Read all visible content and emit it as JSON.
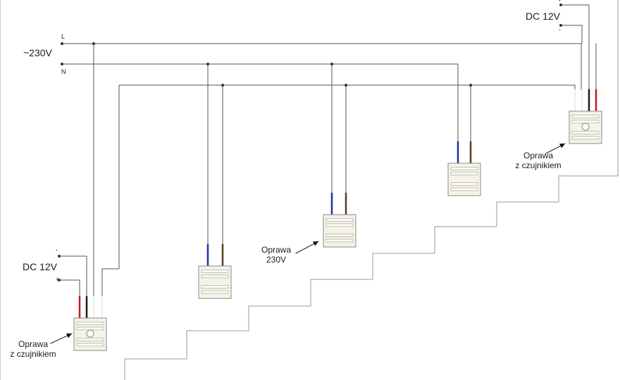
{
  "supply": {
    "mains_label": "~230V",
    "L_label": "L",
    "N_label": "N"
  },
  "dc_supply_right": {
    "label": "DC 12V",
    "plus": "+",
    "minus": "-"
  },
  "dc_supply_left": {
    "label": "DC 12V",
    "plus": "+",
    "minus": "-"
  },
  "fixture_sensor_right": {
    "line1": "Oprawa",
    "line2": "z czujnikiem"
  },
  "fixture_sensor_left": {
    "line1": "Oprawa",
    "line2": "z czujnikiem"
  },
  "fixture_230": {
    "line1": "Oprawa",
    "line2": "230V"
  },
  "colors": {
    "line": "#555555",
    "live_wire": "#1f2fa8",
    "neutral_wire": "#5a3a2a",
    "red_wire": "#c81a1a",
    "black_wire": "#1a1a1a",
    "fixture_fill": "#f4f3e6",
    "stairs": "#9a9a9a"
  }
}
